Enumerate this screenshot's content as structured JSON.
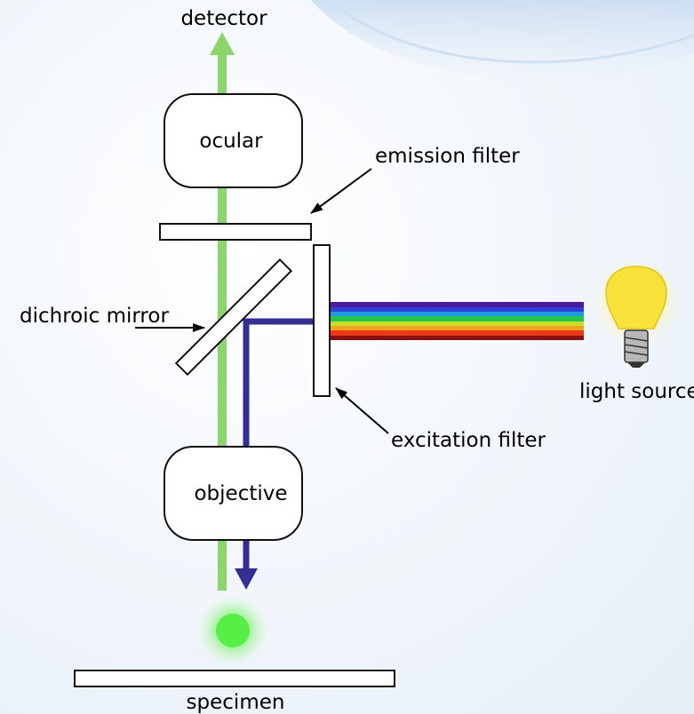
{
  "labels": {
    "detector": "detector",
    "ocular": "ocular",
    "emission_filter": "emission filter",
    "dichroic_mirror": "dichroic mirror",
    "light_source": "light source",
    "excitation_filter": "excitation filter",
    "objective": "objective",
    "specimen": "specimen"
  },
  "colors": {
    "background": "#f3f7fc",
    "emission_beam": "#8ad66a",
    "excitation_beam": "#332f93",
    "specimen_glow": "#57ee45",
    "bulb": "#f8e23a",
    "component_fill": "#ffffff",
    "component_stroke": "#111111"
  },
  "spectrum_bands": [
    "#4a1a9a",
    "#2f3fd8",
    "#1e9ce0",
    "#27c44c",
    "#c8dc2a",
    "#f5a21c",
    "#e63a1a",
    "#8a1010"
  ]
}
